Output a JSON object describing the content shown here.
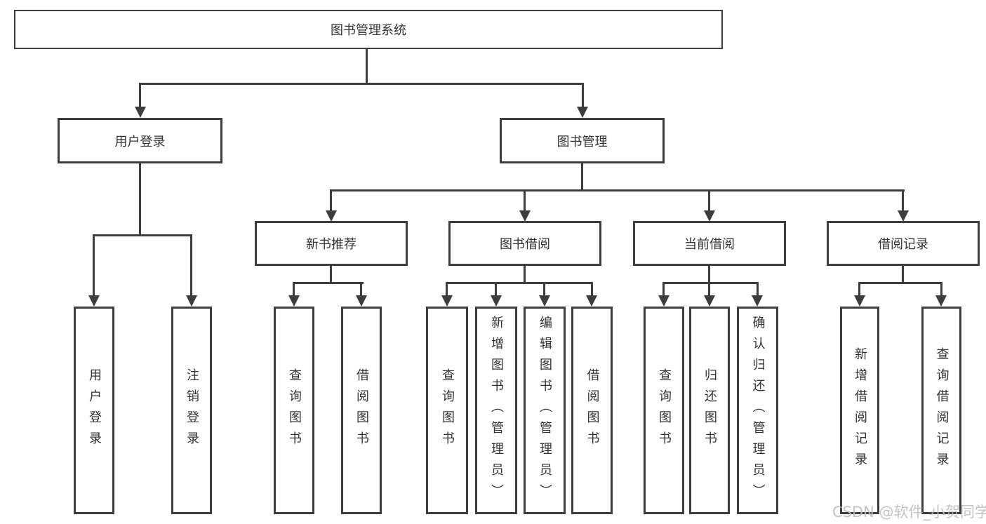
{
  "colors": {
    "line": "#3d3d3d",
    "text": "#333333",
    "background": "#ffffff",
    "watermark": "#bebebe"
  },
  "watermark": {
    "text": "CSDN @软件_小贺同学"
  },
  "diagram": {
    "type": "hierarchy-tree",
    "root": {
      "label": "图书管理系统",
      "children": [
        {
          "label": "用户登录",
          "children": [
            {
              "label": "用户登录"
            },
            {
              "label": "注销登录"
            }
          ]
        },
        {
          "label": "图书管理",
          "children": [
            {
              "label": "新书推荐",
              "children": [
                {
                  "label": "查询图书"
                },
                {
                  "label": "借阅图书"
                }
              ]
            },
            {
              "label": "图书借阅",
              "children": [
                {
                  "label": "查询图书"
                },
                {
                  "label": "新增图书（管理员）"
                },
                {
                  "label": "编辑图书（管理员）"
                },
                {
                  "label": "借阅图书"
                }
              ]
            },
            {
              "label": "当前借阅",
              "children": [
                {
                  "label": "查询图书"
                },
                {
                  "label": "归还图书"
                },
                {
                  "label": "确认归还（管理员）"
                }
              ]
            },
            {
              "label": "借阅记录",
              "children": [
                {
                  "label": "新增借阅记录"
                },
                {
                  "label": "查询借阅记录"
                }
              ]
            }
          ]
        }
      ]
    }
  }
}
